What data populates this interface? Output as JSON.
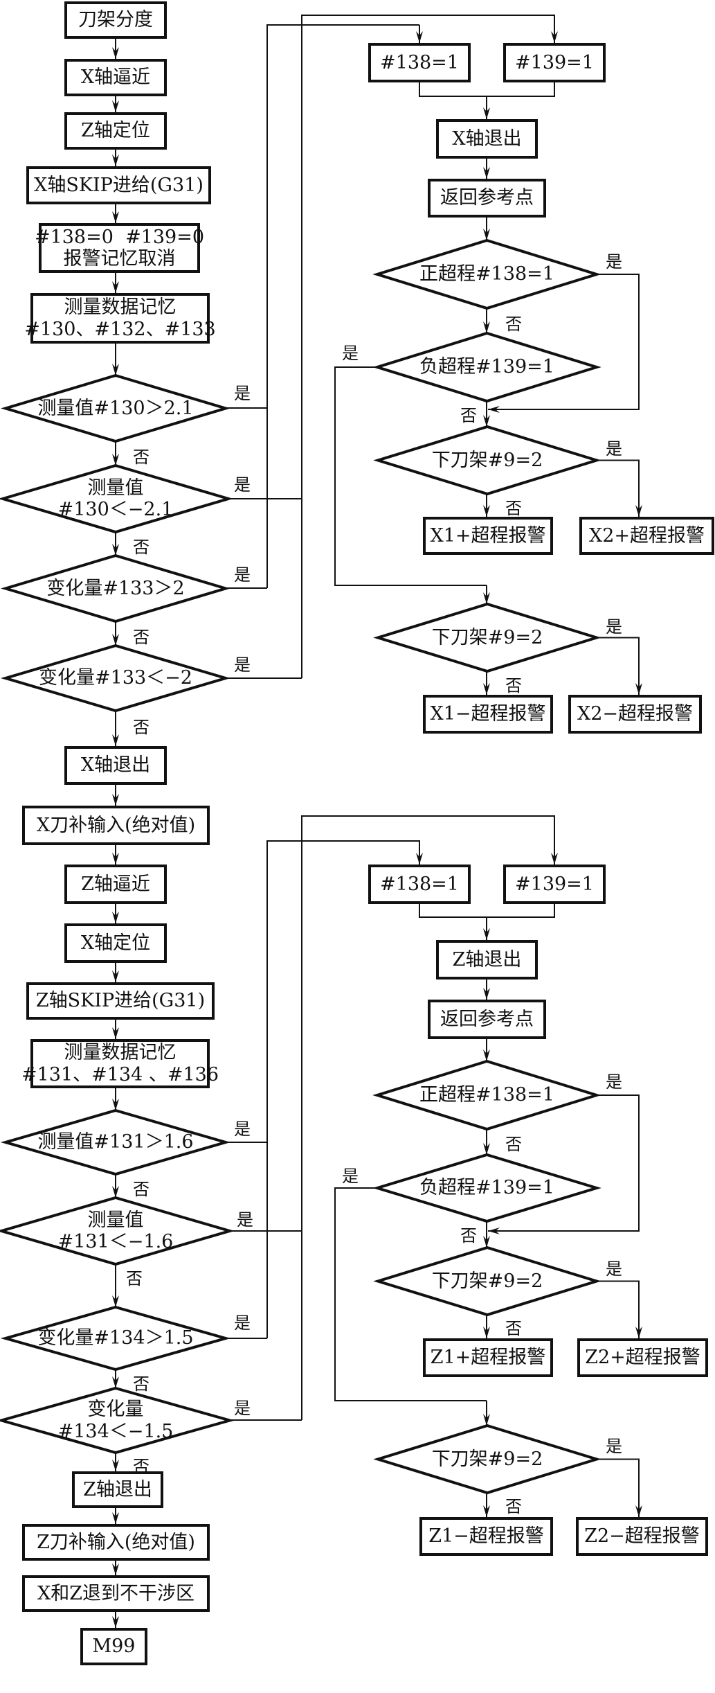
{
  "title": "刀架对刀测量流程图",
  "yes_label": "是",
  "no_label": "否",
  "left_column": {
    "tool_index": "刀架分度",
    "x_approach": "X轴逼近",
    "z_position": "Z轴定位",
    "x_skip": "X轴SKIP进给(G31)",
    "alarm_reset_line1": "#138=0  #139=0",
    "alarm_reset_line2": "报警记忆取消",
    "x_memory_line1": "测量数据记忆",
    "x_memory_line2": "#130、#132、#133",
    "d_x1": "测量值#130＞2.1",
    "d_x2_line1": "测量值",
    "d_x2_line2": "#130＜−2.1",
    "d_x3": "变化量#133＞2",
    "d_x4": "变化量#133＜−2",
    "x_retract": "X轴退出",
    "x_offset_input": "X刀补输入(绝对值)",
    "z_approach": "Z轴逼近",
    "x_position": "X轴定位",
    "z_skip": "Z轴SKIP进给(G31)",
    "z_memory_line1": "测量数据记忆",
    "z_memory_line2": "#131、#134 、#136",
    "d_z1": "测量值#131＞1.6",
    "d_z2_line1": "测量值",
    "d_z2_line2": "#131＜−1.6",
    "d_z3": "变化量#134＞1.5",
    "d_z4_line1": "变化量",
    "d_z4_line2": "#134＜−1.5",
    "z_retract": "Z轴退出",
    "z_offset_input": "Z刀补输入(绝对值)",
    "xz_retract": "X和Z退到不干涉区",
    "end": "M99"
  },
  "x_branch": {
    "set138": "#138=1",
    "set139": "#139=1",
    "retract": "X轴退出",
    "return_ref": "返回参考点",
    "pos_overtravel": "正超程#138=1",
    "neg_overtravel": "负超程#139=1",
    "lower_turret_a": "下刀架#9=2",
    "lower_turret_b": "下刀架#9=2",
    "alarm_x1_plus": "X1+超程报警",
    "alarm_x2_plus": "X2+超程报警",
    "alarm_x1_minus": "X1−超程报警",
    "alarm_x2_minus": "X2−超程报警"
  },
  "z_branch": {
    "set138": "#138=1",
    "set139": "#139=1",
    "retract": "Z轴退出",
    "return_ref": "返回参考点",
    "pos_overtravel": "正超程#138=1",
    "neg_overtravel": "负超程#139=1",
    "lower_turret_a": "下刀架#9=2",
    "lower_turret_b": "下刀架#9=2",
    "alarm_z1_plus": "Z1+超程报警",
    "alarm_z2_plus": "Z2+超程报警",
    "alarm_z1_minus": "Z1−超程报警",
    "alarm_z2_minus": "Z2−超程报警"
  }
}
